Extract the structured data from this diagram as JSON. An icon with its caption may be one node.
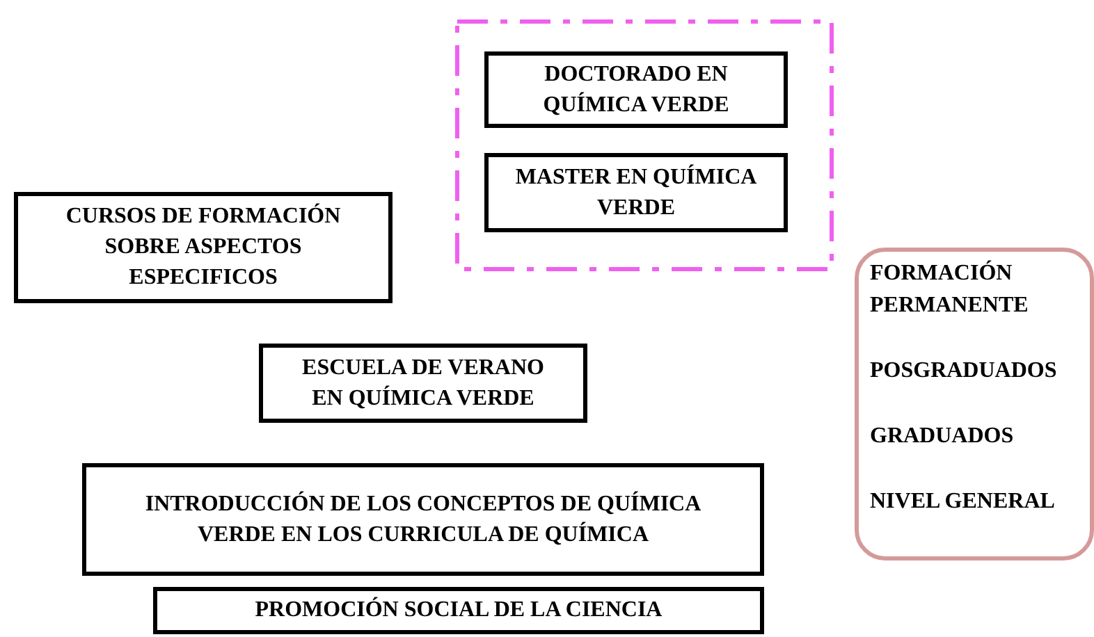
{
  "diagram": {
    "nodes": [
      {
        "text": [],
        "shape": "box"
      },
      {
        "text": [
          "DOCTORADO EN QUÍMICA VERDE"
        ],
        "in": 0
      },
      {
        "text": [
          "MASTER EN QUÍMICA VERDE"
        ],
        "in": 0
      },
      {
        "text": [
          "CURSOS DE FORMACIÓN SOBRE ASPECTOS ESPECIFICOS"
        ]
      },
      {
        "text": [
          "FORMACIÓN PERMANENTE",
          "POSGRADUADOS",
          "GRADUADOS",
          "NIVEL GENERAL"
        ]
      },
      {
        "text": [
          "ESCUELA DE VERANO EN QUÍMICA VERDE"
        ]
      },
      {
        "text": [
          "INTRODUCCIÓN DE LOS CONCEPTOS DE QUÍMICA VERDE EN LOS CURRICULA DE QUÍMICA"
        ]
      },
      {
        "text": [
          "PROMOCIÓN SOCIAL DE LA CIENCIA"
        ]
      }
    ],
    "edges": []
  }
}
